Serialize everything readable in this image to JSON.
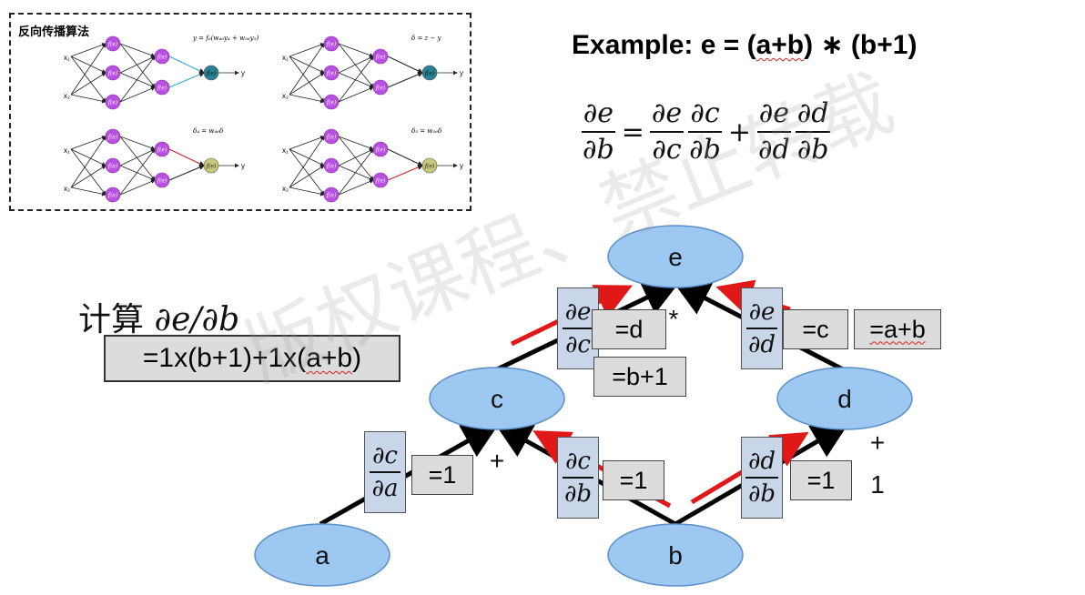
{
  "thumbnail": {
    "title": "反向传播算法",
    "node_label": "f(e)",
    "input_labels": [
      "x₁",
      "x₂"
    ],
    "output_label": "y",
    "panel_formulas": [
      "y = f₆(w₄₆y₄ + w₅₆y₅)",
      "δ = z − y",
      "δ₄ = w₄₆δ",
      "δ₅ = w₅₆δ"
    ],
    "delta_label": "δ",
    "target_labels": [
      "z",
      "y"
    ],
    "colors": {
      "neuron": "#b84fe0",
      "output_blue": "#2a7f96",
      "output_olive": "#c7c97a",
      "arrow_blue": "#2aa7d8",
      "arrow_green": "#8fc030",
      "arrow_red": "#d02020"
    }
  },
  "example": {
    "prefix": "Example: e = (",
    "underlined": "a+b",
    "suffix": ") ∗ (b+1)"
  },
  "chain_rule": {
    "lhs": {
      "num": "∂e",
      "den": "∂b"
    },
    "equals": "=",
    "term1": [
      {
        "num": "∂e",
        "den": "∂c"
      },
      {
        "num": "∂c",
        "den": "∂b"
      }
    ],
    "plus": "+",
    "term2": [
      {
        "num": "∂e",
        "den": "∂d"
      },
      {
        "num": "∂d",
        "den": "∂b"
      }
    ]
  },
  "compute": {
    "label_prefix": "计算 ",
    "label_expr": "∂e/∂b",
    "result_prefix": "=1x(b+1)+1x(",
    "result_underlined": "a+b",
    "result_suffix": ")"
  },
  "graph": {
    "nodes": {
      "e": "e",
      "c": "c",
      "d": "d",
      "a": "a",
      "b": "b"
    },
    "operators": {
      "mul": "*",
      "add_c": "+",
      "add_d": "+",
      "one": "1"
    },
    "derivatives": {
      "de_dc": {
        "num": "∂e",
        "den": "∂c"
      },
      "de_dd": {
        "num": "∂e",
        "den": "∂d"
      },
      "dc_da": {
        "num": "∂c",
        "den": "∂a"
      },
      "dc_db": {
        "num": "∂c",
        "den": "∂b"
      },
      "dd_db": {
        "num": "∂d",
        "den": "∂b"
      }
    },
    "values": {
      "de_dc": "=d",
      "de_dd": "=c",
      "c_value": "=b+1",
      "d_value": "=a+b",
      "dc_da": "=1",
      "dc_db": "=1",
      "dd_db": "=1"
    },
    "colors": {
      "node_fill": "#9cc8f2",
      "node_stroke": "#5b8fc9",
      "edge": "#000000",
      "gradient_arrow": "#e01818",
      "deriv_box": "#c9d6ea",
      "value_box": "#dcdcdc"
    }
  },
  "watermark": "版权课程、禁止转载"
}
